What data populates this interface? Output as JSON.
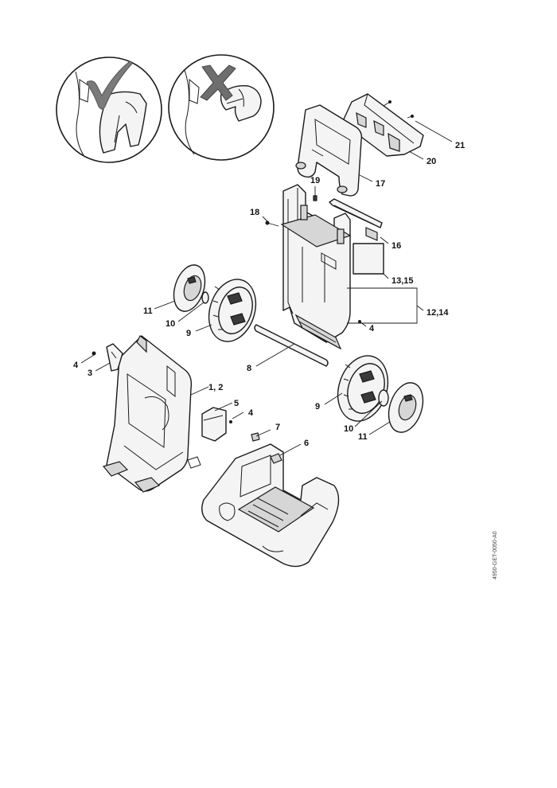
{
  "callouts": {
    "c21": "21",
    "c20": "20",
    "c17": "17",
    "c19": "19",
    "c18": "18",
    "c16": "16",
    "c13_15": "13,15",
    "c12_14": "12,14",
    "c11_top": "11",
    "c10_top": "10",
    "c9_top": "9",
    "c4_right": "4",
    "c8": "8",
    "c4_left": "4",
    "c3": "3",
    "c1_2": "1, 2",
    "c5": "5",
    "c4_mid": "4",
    "c7": "7",
    "c6": "6",
    "c9_bottom": "9",
    "c10_bottom": "10",
    "c11_bottom": "11"
  },
  "document_ref": "4950-GET-0050-A0",
  "symbols": {
    "correct": "check-mark-icon",
    "incorrect": "cross-mark-icon"
  }
}
